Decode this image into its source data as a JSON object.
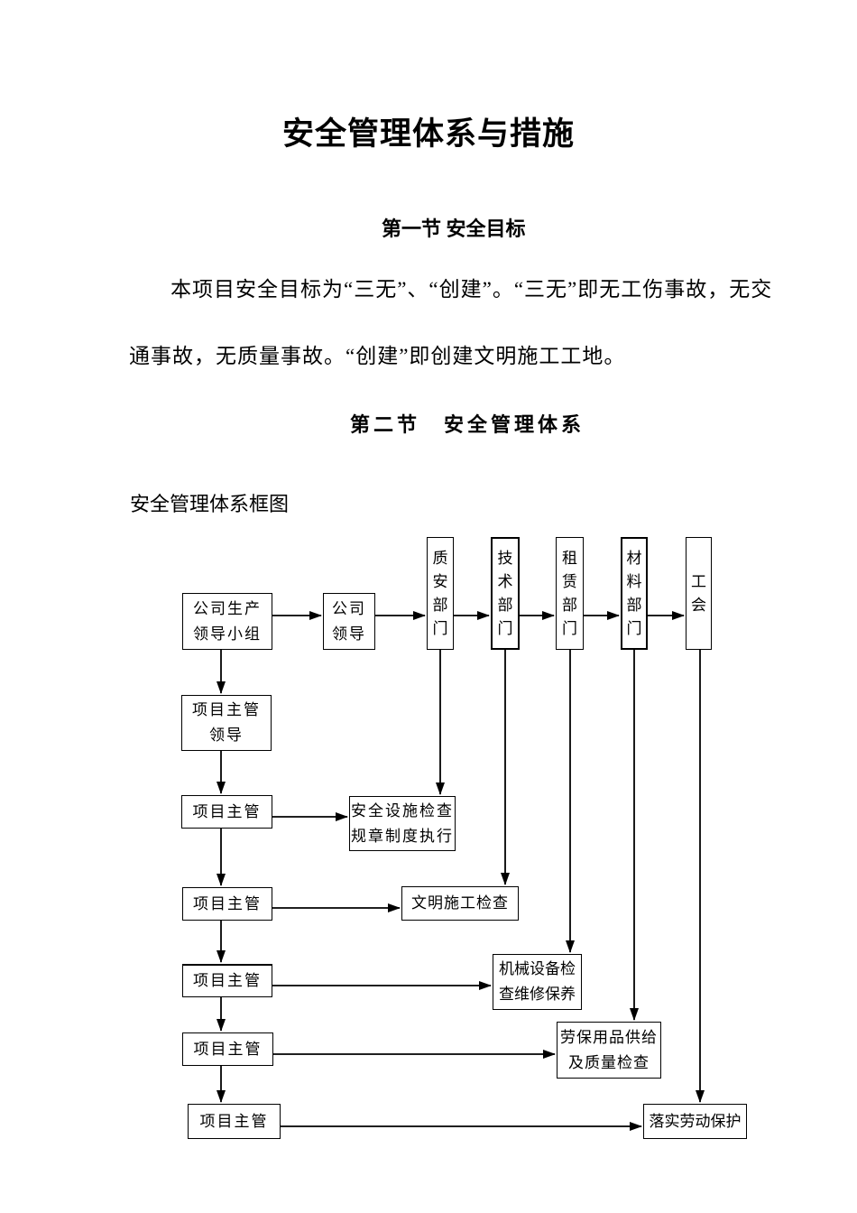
{
  "document": {
    "title": "安全管理体系与措施",
    "section1_heading": "第一节  安全目标",
    "paragraph_line1": "本项目安全目标为“三无”、“创建”。“三无”即无工伤事故，无交",
    "paragraph_line2": "通事故，无质量事故。“创建”即创建文明施工工地。",
    "section2_heading": "第二节　安全管理体系",
    "diagram_label": "安全管理体系框图"
  },
  "diagram": {
    "company_group": "公司生产\n领导小组",
    "company_leader": "公司\n领导",
    "dept_quality_safety": "质\n安\n部\n门",
    "dept_technical": "技\n术\n部\n门",
    "dept_rental": "租\n赁\n部\n门",
    "dept_materials": "材\n料\n部\n门",
    "dept_union": "工\n会",
    "project_manager_leader": "项目主管\n领导",
    "project_manager": "项目主管",
    "task_safety_facilities": "安全设施检查\n规章制度执行",
    "task_civilized_construction": "文明施工检查",
    "task_machinery": "机械设备检\n查维修保养",
    "task_labor_supplies": "劳保用品供给\n及质量检查",
    "task_labor_protection": "落实劳动保护"
  },
  "colors": {
    "ink": "#000000",
    "paper": "#ffffff"
  }
}
